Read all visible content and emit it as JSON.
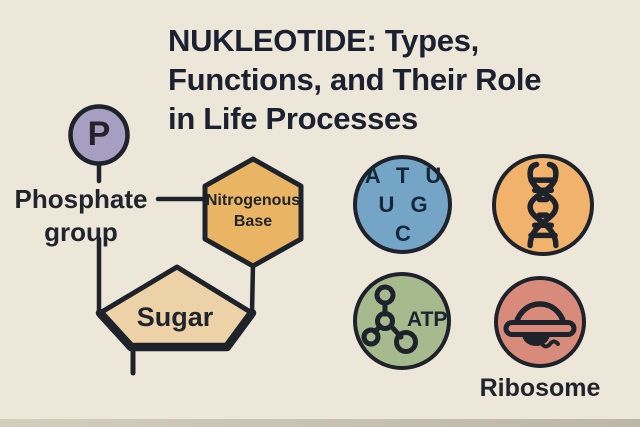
{
  "title": "NUKLEOTIDE: Types,\nFunctions, and Their Role\nin Life Processes",
  "diagram": {
    "phosphate_symbol": "P",
    "phosphate_label": "Phosphate\ngroup",
    "base_label": "Nitrogenous\nBase",
    "sugar_label": "Sugar"
  },
  "icons": {
    "nucleobases": {
      "text": "A T U\nU G C",
      "color": "#74A5C6"
    },
    "dna": {
      "name": "dna-helix-icon",
      "color": "#F1B26C"
    },
    "atp": {
      "label": "ATP",
      "color": "#A7BA8D"
    },
    "ribosome": {
      "label": "Ribosome",
      "color": "#D98B7B"
    }
  },
  "colors": {
    "background": "#EDE7D9",
    "ink": "#1D222B",
    "title_text": "#1B2130",
    "phosphate_fill": "#A79FC2",
    "base_fill": "#E9B464",
    "sugar_fill": "#EDD1A7",
    "bottom_strip": "#D8D1C3"
  }
}
